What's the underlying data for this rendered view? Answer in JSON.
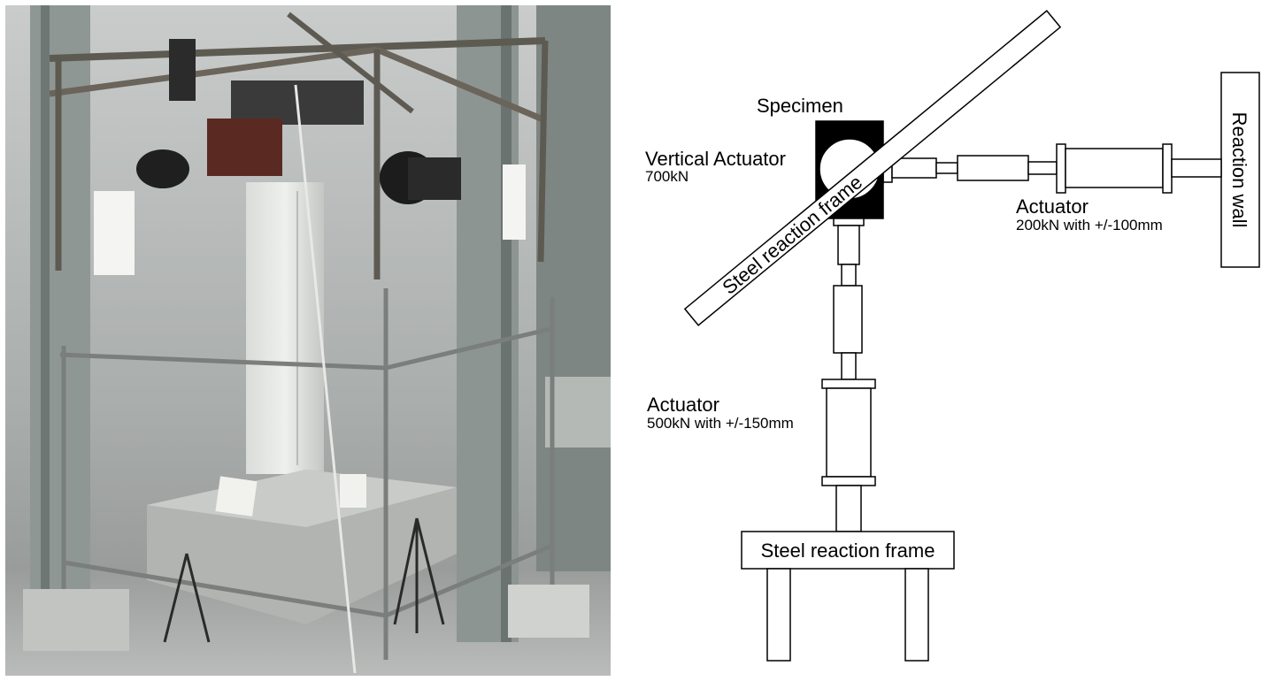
{
  "photo": {
    "caption": ""
  },
  "diagram": {
    "specimen_label": "Specimen",
    "vertical_actuator_label": "Vertical Actuator",
    "vertical_actuator_capacity": "700kN",
    "diagonal_frame_label": "Steel reaction frame",
    "horizontal_actuator_label": "Actuator",
    "horizontal_actuator_spec": "200kN with +/-100mm",
    "reaction_wall_label": "Reaction wall",
    "lower_actuator_label": "Actuator",
    "lower_actuator_spec": "500kN with +/-150mm",
    "base_frame_label": "Steel reaction frame"
  }
}
